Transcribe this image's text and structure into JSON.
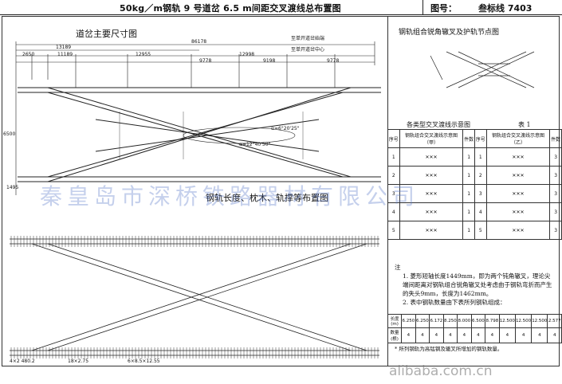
{
  "header": {
    "title": "50kg／m钢轨 9 号道岔 6.5 m间距交叉渡线总布置图",
    "fig_no_label": "图号：",
    "fig_no_value": "叁标线 7403"
  },
  "sections": {
    "main_dims": "道岔主要尺寸图",
    "rail_layout": "钢轨长度、枕木、轨撑等布置图",
    "frog_detail": "钢轨组合锐角辙叉及护轨节点图",
    "crossover_table": "各类型交叉渡线示意图",
    "table_label": "表 1"
  },
  "dims": {
    "total": "86178",
    "d1": "13189",
    "d2": "2650",
    "d3": "11189",
    "d4": "12955",
    "d5": "12998",
    "d6": "9778",
    "d7": "9198",
    "d8": "9778",
    "label_left_center": "至单开道岔始端",
    "label_center": "至单开道岔中心",
    "label_angle": "α=6°20'25\"",
    "label_angle2": "α=12°40'50\"",
    "gauge": "6500",
    "left_ref": "1495"
  },
  "table1": {
    "headers": [
      "序号",
      "钢轨组合交叉渡线示意图（甲）",
      "件数",
      "序号",
      "钢轨组合交叉渡线示意图（乙）",
      "件数"
    ],
    "rows": [
      "1",
      "2",
      "3",
      "4",
      "5"
    ],
    "counts_a": [
      "1",
      "1",
      "1",
      "1",
      "1"
    ],
    "counts_b": [
      "3",
      "3",
      "3",
      "3",
      "3"
    ]
  },
  "notes": {
    "marker": "注",
    "n1": "1. 菱形短轴长度1449mm，即为两个钝角辙叉，理论尖端间距离对钢轨组合锐角辙叉处考虑由于钢轨弯折而产生的失头9mm，长度为1462mm。",
    "n2": "2. 表中钢轨数量由下表所列钢轨组成："
  },
  "rail_table": {
    "row1_label": "长度(m)",
    "row1": [
      "6.250",
      "6.250",
      "6.172",
      "8.250",
      "8.000",
      "6.500",
      "8.798",
      "12.500",
      "12.500",
      "12.500",
      "2.577"
    ],
    "row2_label": "数量(根)",
    "row2": [
      "4",
      "4",
      "4",
      "4",
      "4",
      "4",
      "4",
      "4",
      "4",
      "4",
      "4"
    ]
  },
  "footnote": "* 所列钢轨为高锰钢及辙叉所增加的钢轨数量。",
  "watermark": "秦皇岛市深桥铁路器材有限公司",
  "brand": "alibaba.com.cn",
  "bottom_labels": {
    "l1": "4×2 480.2",
    "l2": "18×2.75",
    "l3": "6×8.5×12.55"
  }
}
